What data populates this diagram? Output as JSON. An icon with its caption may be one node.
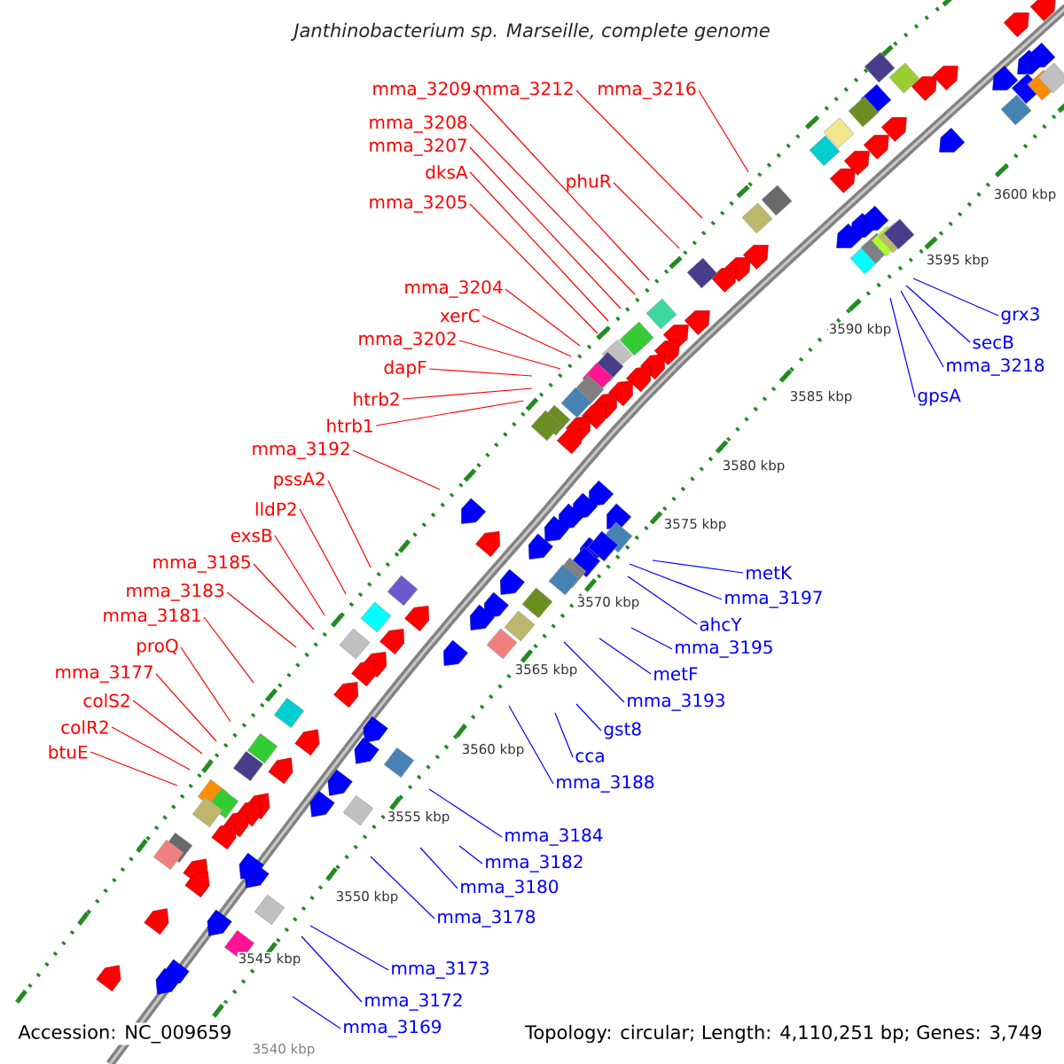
{
  "diagram": {
    "title": "Janthinobacterium sp. Marseille, complete genome",
    "nodes": [
      {
        "text": [
          "mma_3209"
        ]
      },
      {
        "text": [
          "mma_3212"
        ]
      },
      {
        "text": [
          "mma_3216"
        ]
      },
      {
        "text": [
          "mma_3208"
        ]
      },
      {
        "text": [
          "mma_3207"
        ]
      },
      {
        "text": [
          "dksA"
        ]
      },
      {
        "text": [
          "phuR"
        ]
      },
      {
        "text": [
          "mma_3205"
        ]
      },
      {
        "text": [
          "mma_3204"
        ]
      },
      {
        "text": [
          "xerC"
        ]
      },
      {
        "text": [
          "mma_3202"
        ]
      },
      {
        "text": [
          "dapF"
        ]
      },
      {
        "text": [
          "htrb2"
        ]
      },
      {
        "text": [
          "htrb1"
        ]
      },
      {
        "text": [
          "mma_3192"
        ]
      },
      {
        "text": [
          "pssA2"
        ]
      },
      {
        "text": [
          "lldP2"
        ]
      },
      {
        "text": [
          "exsB"
        ]
      },
      {
        "text": [
          "mma_3185"
        ]
      },
      {
        "text": [
          "mma_3183"
        ]
      },
      {
        "text": [
          "mma_3181"
        ]
      },
      {
        "text": [
          "proQ"
        ]
      },
      {
        "text": [
          "mma_3177"
        ]
      },
      {
        "text": [
          "colS2"
        ]
      },
      {
        "text": [
          "colR2"
        ]
      },
      {
        "text": [
          "btuE"
        ]
      },
      {
        "text": [
          "grx3"
        ]
      },
      {
        "text": [
          "secB"
        ]
      },
      {
        "text": [
          "mma_3218"
        ]
      },
      {
        "text": [
          "gpsA"
        ]
      },
      {
        "text": [
          "metK"
        ]
      },
      {
        "text": [
          "mma_3197"
        ]
      },
      {
        "text": [
          "ahcY"
        ]
      },
      {
        "text": [
          "mma_3195"
        ]
      },
      {
        "text": [
          "metF"
        ]
      },
      {
        "text": [
          "mma_3193"
        ]
      },
      {
        "text": [
          "gst8"
        ]
      },
      {
        "text": [
          "cca"
        ]
      },
      {
        "text": [
          "mma_3188"
        ]
      },
      {
        "text": [
          "mma_3184"
        ]
      },
      {
        "text": [
          "mma_3182"
        ]
      },
      {
        "text": [
          "mma_3180"
        ]
      },
      {
        "text": [
          "mma_3178"
        ]
      },
      {
        "text": [
          "mma_3173"
        ]
      },
      {
        "text": [
          "mma_3172"
        ]
      },
      {
        "text": [
          "mma_3169"
        ]
      }
    ],
    "edges": [
      {
        "from": 0,
        "to": null,
        "arrow": "none"
      },
      {
        "from": 1,
        "to": null,
        "arrow": "none"
      },
      {
        "from": 2,
        "to": null,
        "arrow": "none"
      },
      {
        "from": 3,
        "to": null,
        "arrow": "none"
      },
      {
        "from": 4,
        "to": null,
        "arrow": "none"
      },
      {
        "from": 5,
        "to": null,
        "arrow": "none"
      },
      {
        "from": 6,
        "to": null,
        "arrow": "none"
      },
      {
        "from": 7,
        "to": null,
        "arrow": "none"
      },
      {
        "from": 8,
        "to": null,
        "arrow": "none"
      },
      {
        "from": 9,
        "to": null,
        "arrow": "none"
      },
      {
        "from": 10,
        "to": null,
        "arrow": "none"
      },
      {
        "from": 11,
        "to": null,
        "arrow": "none"
      },
      {
        "from": 12,
        "to": null,
        "arrow": "none"
      },
      {
        "from": 13,
        "to": null,
        "arrow": "none"
      },
      {
        "from": 14,
        "to": null,
        "arrow": "none"
      },
      {
        "from": 15,
        "to": null,
        "arrow": "none"
      },
      {
        "from": 16,
        "to": null,
        "arrow": "none"
      },
      {
        "from": 17,
        "to": null,
        "arrow": "none"
      },
      {
        "from": 18,
        "to": null,
        "arrow": "none"
      },
      {
        "from": 19,
        "to": null,
        "arrow": "none"
      },
      {
        "from": 20,
        "to": null,
        "arrow": "none"
      },
      {
        "from": 21,
        "to": null,
        "arrow": "none"
      },
      {
        "from": 22,
        "to": null,
        "arrow": "none"
      },
      {
        "from": 23,
        "to": null,
        "arrow": "none"
      },
      {
        "from": 24,
        "to": null,
        "arrow": "none"
      },
      {
        "from": 25,
        "to": null,
        "arrow": "none"
      },
      {
        "from": 26,
        "to": null,
        "arrow": "none",
        "color": "#0000ff"
      },
      {
        "from": 27,
        "to": null,
        "arrow": "none",
        "color": "#0000ff"
      },
      {
        "from": 28,
        "to": null,
        "arrow": "none",
        "color": "#0000ff"
      },
      {
        "from": 29,
        "to": null,
        "arrow": "none",
        "color": "#0000ff"
      },
      {
        "from": 30,
        "to": null,
        "arrow": "none",
        "color": "#0000ff"
      },
      {
        "from": 31,
        "to": null,
        "arrow": "none",
        "color": "#0000ff"
      },
      {
        "from": 32,
        "to": null,
        "arrow": "none",
        "color": "#0000ff"
      },
      {
        "from": 33,
        "to": null,
        "arrow": "none",
        "color": "#0000ff"
      },
      {
        "from": 34,
        "to": null,
        "arrow": "none",
        "color": "#0000ff"
      },
      {
        "from": 35,
        "to": null,
        "arrow": "none",
        "color": "#0000ff"
      },
      {
        "from": 36,
        "to": null,
        "arrow": "none",
        "color": "#0000ff"
      },
      {
        "from": 37,
        "to": null,
        "arrow": "none",
        "color": "#0000ff"
      },
      {
        "from": 38,
        "to": null,
        "arrow": "none",
        "color": "#0000ff"
      },
      {
        "from": 39,
        "to": null,
        "arrow": "none",
        "color": "#0000ff"
      },
      {
        "from": 40,
        "to": null,
        "arrow": "none",
        "color": "#0000ff"
      },
      {
        "from": 41,
        "to": null,
        "arrow": "none",
        "color": "#0000ff"
      },
      {
        "from": 42,
        "to": null,
        "arrow": "none",
        "color": "#0000ff"
      },
      {
        "from": 43,
        "to": null,
        "arrow": "none",
        "color": "#0000ff"
      },
      {
        "from": 44,
        "to": null,
        "arrow": "none",
        "color": "#0000ff"
      },
      {
        "from": 45,
        "to": null,
        "arrow": "none",
        "color": "#0000ff"
      }
    ],
    "labels": [
      "3600 kbp",
      "3595 kbp",
      "3590 kbp",
      "3585 kbp",
      "3580 kbp",
      "3575 kbp",
      "3570 kbp",
      "3565 kbp",
      "3560 kbp",
      "3555 kbp",
      "3550 kbp",
      "3545 kbp",
      "3540 kbp",
      "Accession: NC_009659",
      "Topology: circular; Length: 4,110,251 bp; Genes: 3,749"
    ]
  }
}
